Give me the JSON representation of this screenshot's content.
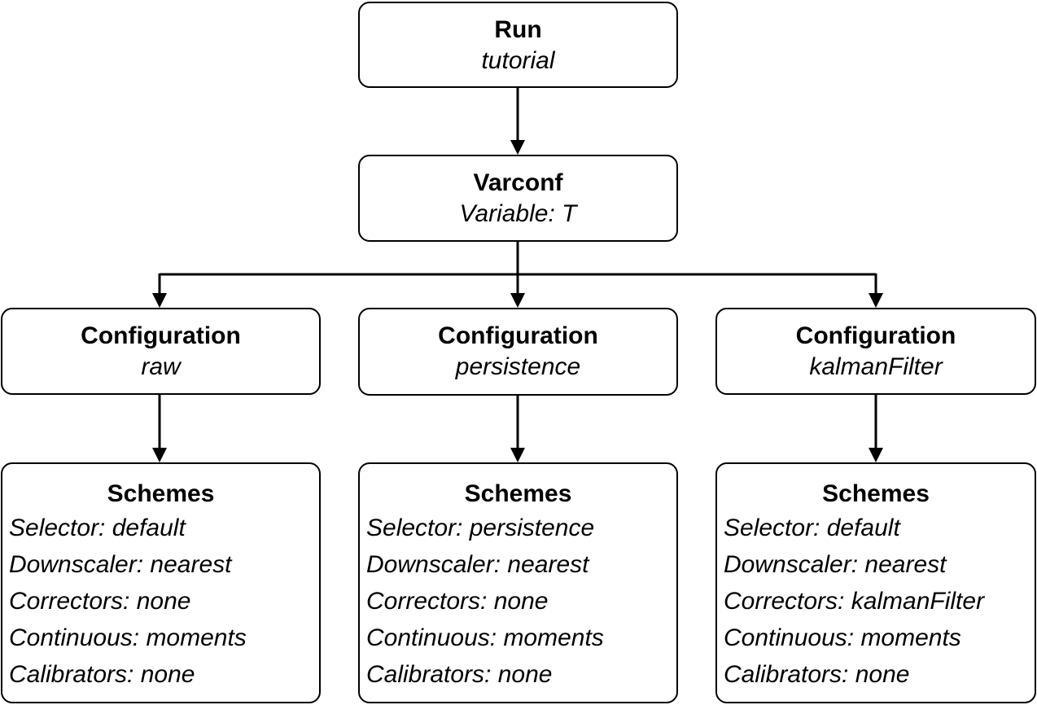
{
  "run": {
    "title": "Run",
    "subtitle": "tutorial"
  },
  "varconf": {
    "title": "Varconf",
    "subtitle": "Variable: T"
  },
  "configurations": [
    {
      "title": "Configuration",
      "subtitle": "raw"
    },
    {
      "title": "Configuration",
      "subtitle": "persistence"
    },
    {
      "title": "Configuration",
      "subtitle": "kalmanFilter"
    }
  ],
  "schemes": [
    {
      "title": "Schemes",
      "lines": [
        "Selector: default",
        "Downscaler: nearest",
        "Correctors: none",
        "Continuous: moments",
        "Calibrators: none"
      ]
    },
    {
      "title": "Schemes",
      "lines": [
        "Selector: persistence",
        "Downscaler: nearest",
        "Correctors: none",
        "Continuous: moments",
        "Calibrators: none"
      ]
    },
    {
      "title": "Schemes",
      "lines": [
        "Selector: default",
        "Downscaler: nearest",
        "Correctors: kalmanFilter",
        "Continuous: moments",
        "Calibrators: none"
      ]
    }
  ],
  "colors": {
    "stroke": "#000000",
    "background": "#ffffff"
  }
}
